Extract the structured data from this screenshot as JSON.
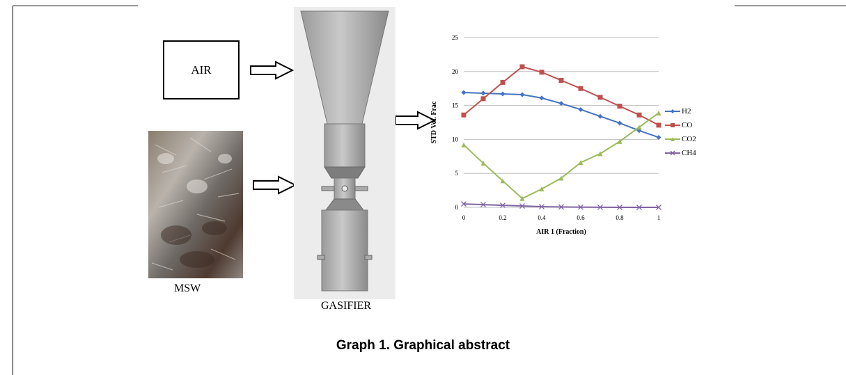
{
  "labels": {
    "air": "AIR",
    "msw": "MSW",
    "gasifier": "GASIFIER",
    "caption": "Graph 1. Graphical abstract"
  },
  "colors": {
    "H2": "#4472c4",
    "CO": "#c0504d",
    "CO2": "#9bbb59",
    "CH4": "#8064a2",
    "grid": "#bfbfbf",
    "gasifier_fill": "#b8b8b8"
  },
  "chart_data": {
    "type": "line",
    "xlabel": "AIR 1 (Fraction)",
    "ylabel": "STD Vol. Frac",
    "xlim": [
      0,
      1
    ],
    "ylim": [
      0,
      25
    ],
    "x_ticks": [
      "0",
      "0.2",
      "0.4",
      "0.6",
      "0.8",
      "1"
    ],
    "y_ticks": [
      "0",
      "5",
      "10",
      "15",
      "20",
      "25"
    ],
    "grid": "horizontal",
    "legend_position": "right",
    "x": [
      0,
      0.1,
      0.2,
      0.3,
      0.4,
      0.5,
      0.6,
      0.7,
      0.8,
      0.9,
      1.0
    ],
    "series": [
      {
        "name": "H2",
        "marker": "diamond",
        "values": [
          16.9,
          16.8,
          16.7,
          16.6,
          16.1,
          15.3,
          14.4,
          13.4,
          12.4,
          11.3,
          10.3
        ]
      },
      {
        "name": "CO",
        "marker": "square",
        "values": [
          13.6,
          16.0,
          18.4,
          20.7,
          19.9,
          18.7,
          17.5,
          16.2,
          14.9,
          13.6,
          12.1
        ]
      },
      {
        "name": "CO2",
        "marker": "triangle",
        "values": [
          9.2,
          6.5,
          3.9,
          1.3,
          2.7,
          4.3,
          6.6,
          7.9,
          9.7,
          11.8,
          13.9
        ]
      },
      {
        "name": "CH4",
        "marker": "x",
        "values": [
          0.5,
          0.4,
          0.3,
          0.2,
          0.1,
          0.05,
          0.02,
          0.01,
          0.0,
          0.0,
          0.0
        ]
      }
    ]
  }
}
